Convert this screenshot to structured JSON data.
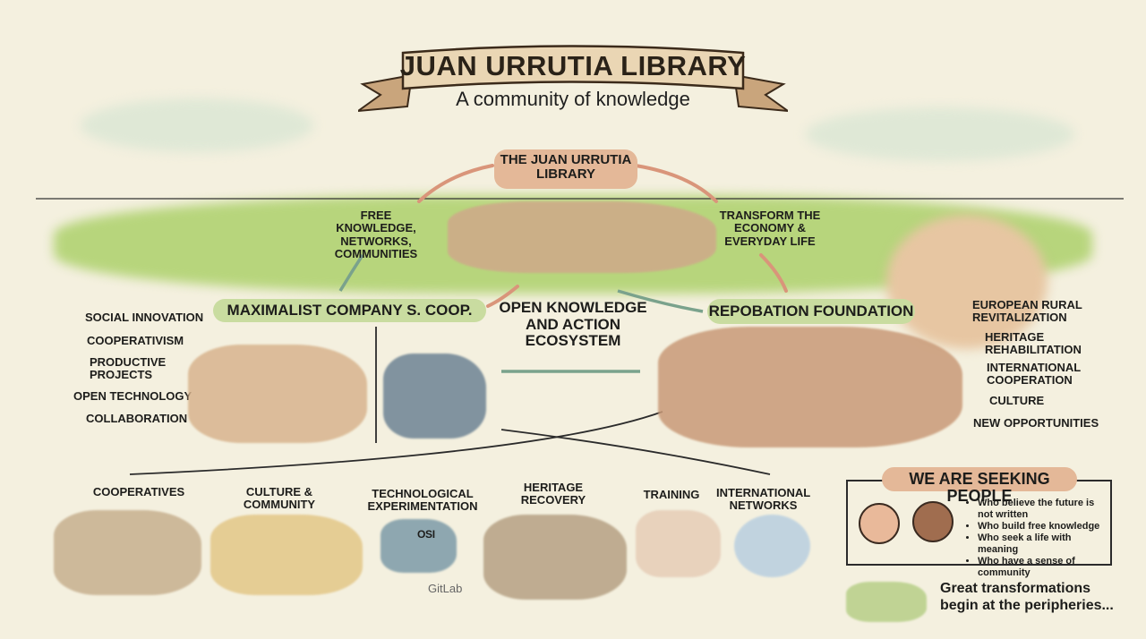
{
  "banner": {
    "title": "JUAN URRUTIA LIBRARY",
    "subtitle": "A community of knowledge"
  },
  "center": {
    "library_label": "THE JUAN URRUTIA LIBRARY",
    "left_caption": "FREE KNOWLEDGE, NETWORKS, COMMUNITIES",
    "right_caption": "TRANSFORM THE ECONOMY & EVERYDAY LIFE",
    "ecosystem": "OPEN KNOWLEDGE AND ACTION ECOSYSTEM"
  },
  "left_org": {
    "name": "MAXIMALIST COMPANY S. COOP.",
    "items": [
      "SOCIAL INNOVATION",
      "COOPERATIVISM",
      "PRODUCTIVE PROJECTS",
      "OPEN TECHNOLOGY",
      "COLLABORATION"
    ]
  },
  "right_org": {
    "name": "REPOBATION FOUNDATION",
    "items": [
      "EUROPEAN RURAL REVITALIZATION",
      "HERITAGE REHABILITATION",
      "INTERNATIONAL COOPERATION",
      "CULTURE",
      "NEW OPPORTUNITIES"
    ]
  },
  "areas": [
    "COOPERATIVES",
    "CULTURE & COMMUNITY",
    "TECHNOLOGICAL EXPERIMENTATION",
    "HERITAGE RECOVERY",
    "TRAINING",
    "INTERNATIONAL NETWORKS"
  ],
  "tech_logos": {
    "osi": "OSI",
    "gitlab": "GitLab"
  },
  "seeking": {
    "heading": "WE ARE SEEKING PEOPLE",
    "bullets": [
      "Who believe the future is not written",
      "Who build free knowledge",
      "Who seek a life with meaning",
      "Who have a sense of community"
    ]
  },
  "closing": "Great transformations begin at the peripheries...",
  "colors": {
    "pill_peach": "#e8b89a",
    "pill_green": "#c9dca0",
    "arrow": "#d9957a",
    "grass": "#9cc65a"
  }
}
